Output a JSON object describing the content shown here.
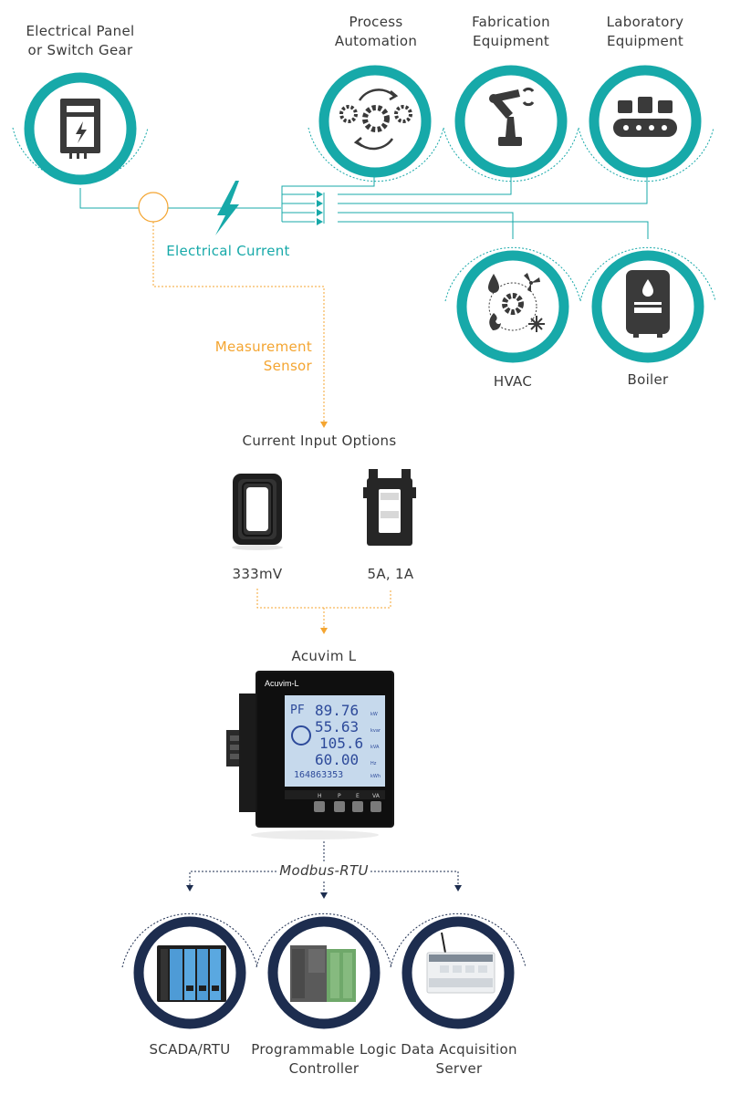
{
  "loads": {
    "panel": {
      "line1": "Electrical Panel",
      "line2": "or Switch Gear"
    },
    "process": {
      "line1": "Process",
      "line2": "Automation"
    },
    "fabrication": {
      "line1": "Fabrication",
      "line2": "Equipment"
    },
    "laboratory": {
      "line1": "Laboratory",
      "line2": "Equipment"
    },
    "hvac": {
      "label": "HVAC"
    },
    "boiler": {
      "label": "Boiler"
    }
  },
  "current_label": "Electrical Current",
  "sensor_label": {
    "line1": "Measurement",
    "line2": "Sensor"
  },
  "input_options": {
    "title": "Current Input Options",
    "options": [
      "333mV",
      "5A, 1A"
    ]
  },
  "meter": {
    "name": "Acuvim L",
    "brand": "Acuvim-L",
    "readings": [
      {
        "value": "89.76",
        "unit": "kW"
      },
      {
        "value": "55.63",
        "unit": "kvar"
      },
      {
        "value": "105.6",
        "unit": "kVA"
      },
      {
        "value": "60.00",
        "unit": "Hz"
      },
      {
        "value": "164863353",
        "unit": "kWh"
      }
    ],
    "pf_label": "PF",
    "button_labels": [
      "H",
      "P",
      "E",
      "VA"
    ]
  },
  "protocol": "Modbus-RTU",
  "destinations": [
    {
      "line1": "SCADA/RTU",
      "line2": ""
    },
    {
      "line1": "Programmable Logic",
      "line2": "Controller"
    },
    {
      "line1": "Data Acquisition",
      "line2": "Server"
    }
  ],
  "colors": {
    "teal": "#17a9a9",
    "orange": "#f4a531",
    "navy": "#1d2d4f",
    "dark": "#3a3a3a"
  }
}
